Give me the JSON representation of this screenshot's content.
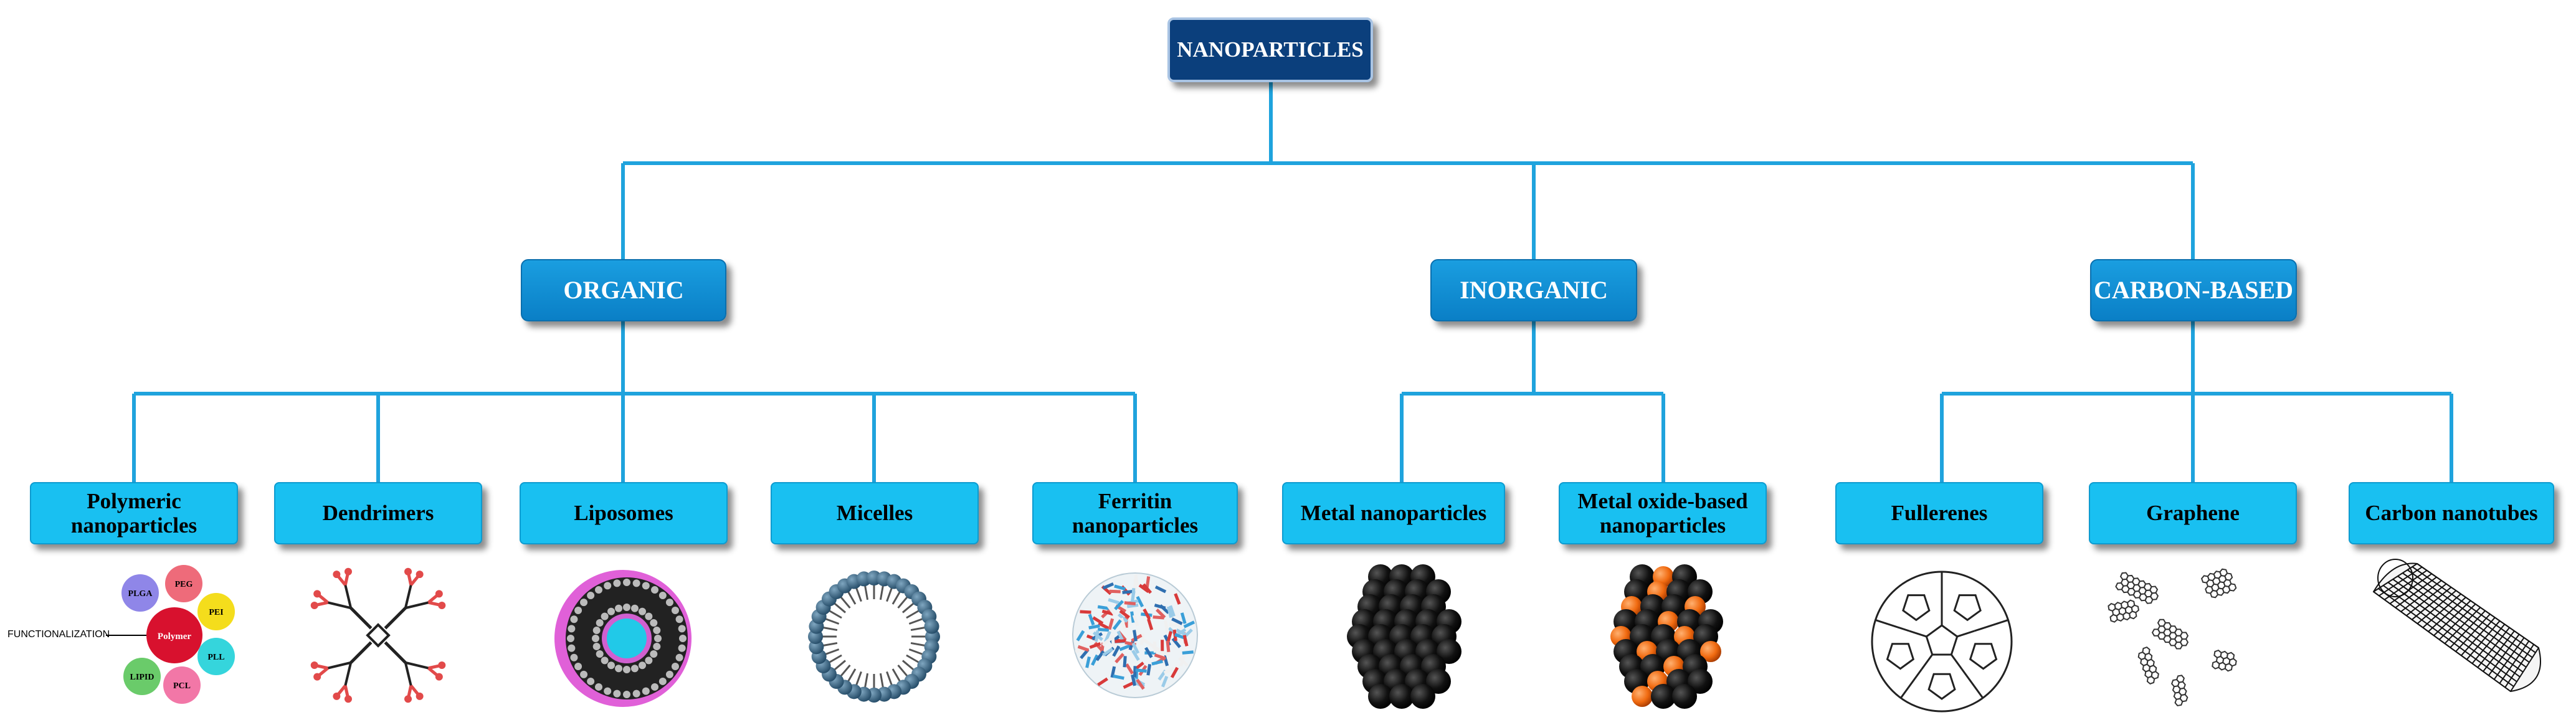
{
  "root": {
    "label": "NANOPARTICLES"
  },
  "categories": [
    {
      "label": "ORGANIC"
    },
    {
      "label": "INORGANIC"
    },
    {
      "label": "CARBON-BASED"
    }
  ],
  "types": [
    {
      "label": "Polymeric nanoparticles"
    },
    {
      "label": "Dendrimers"
    },
    {
      "label": "Liposomes"
    },
    {
      "label": "Micelles"
    },
    {
      "label": "Ferritin nanoparticles"
    },
    {
      "label": "Metal nanoparticles"
    },
    {
      "label": "Metal oxide-based nanoparticles"
    },
    {
      "label": "Fullerenes"
    },
    {
      "label": "Graphene"
    },
    {
      "label": "Carbon nanotubes"
    }
  ],
  "polymer_illustration": {
    "center": "Polymer",
    "functionalization": "FUNCTIONALIZATION",
    "petals": [
      "PLGA",
      "PEG",
      "PEI",
      "PLL",
      "PCL",
      "LIPID"
    ]
  },
  "colors": {
    "connector": "#1fa3dd",
    "root_fill": "#0b3f7c",
    "category_fill": "#0f8fd6",
    "leaf_fill": "#19c0f1"
  }
}
